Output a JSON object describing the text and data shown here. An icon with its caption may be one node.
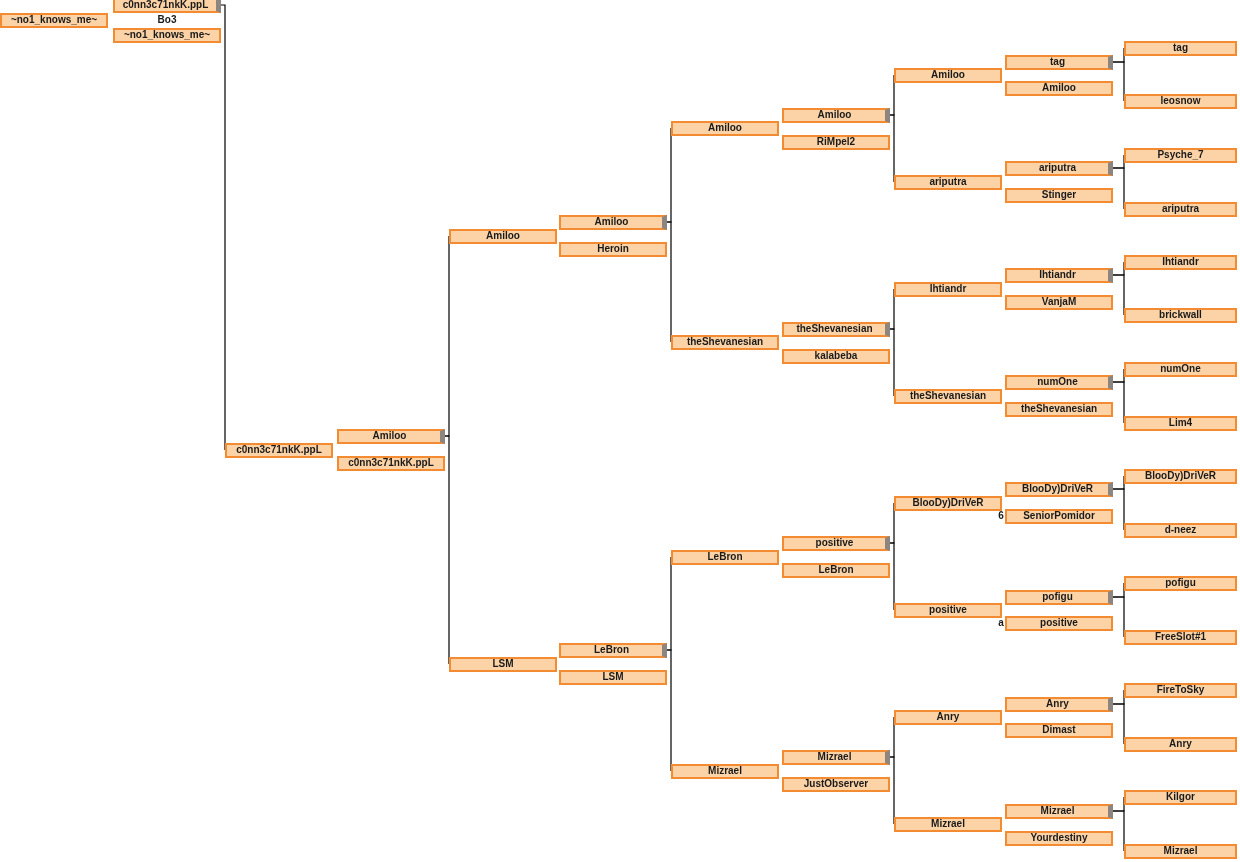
{
  "diagram": {
    "nodes": [
      {
        "text": [
          "~no1_knows_me~"
        ]
      },
      {
        "text": [
          "c0nn3c71nkK.ppL"
        ]
      },
      {
        "text": [
          "~no1_knows_me~"
        ]
      },
      {
        "text": [
          "c0nn3c71nkK.ppL"
        ]
      },
      {
        "text": [
          "Amiloo"
        ]
      },
      {
        "text": [
          "c0nn3c71nkK.ppL"
        ]
      },
      {
        "text": [
          "Amiloo"
        ]
      },
      {
        "text": [
          "LSM"
        ]
      },
      {
        "text": [
          "Amiloo"
        ]
      },
      {
        "text": [
          "Heroin"
        ]
      },
      {
        "text": [
          "LeBron"
        ]
      },
      {
        "text": [
          "LSM"
        ]
      },
      {
        "text": [
          "Amiloo"
        ]
      },
      {
        "text": [
          "theShevanesian"
        ]
      },
      {
        "text": [
          "LeBron"
        ]
      },
      {
        "text": [
          "Mizrael"
        ]
      },
      {
        "text": [
          "Amiloo"
        ]
      },
      {
        "text": [
          "RiMpel2"
        ]
      },
      {
        "text": [
          "theShevanesian"
        ]
      },
      {
        "text": [
          "kalabeba"
        ]
      },
      {
        "text": [
          "positive"
        ]
      },
      {
        "text": [
          "LeBron"
        ]
      },
      {
        "text": [
          "Mizrael"
        ]
      },
      {
        "text": [
          "JustObserver"
        ]
      },
      {
        "text": [
          "Amiloo"
        ]
      },
      {
        "text": [
          "ariputra"
        ]
      },
      {
        "text": [
          "Ihtiandr"
        ]
      },
      {
        "text": [
          "theShevanesian"
        ]
      },
      {
        "text": [
          "BlooDy)DriVeR"
        ]
      },
      {
        "text": [
          "positive"
        ]
      },
      {
        "text": [
          "Anry"
        ]
      },
      {
        "text": [
          "Mizrael"
        ]
      },
      {
        "text": [
          "tag"
        ]
      },
      {
        "text": [
          "Amiloo"
        ]
      },
      {
        "text": [
          "ariputra"
        ]
      },
      {
        "text": [
          "Stinger"
        ]
      },
      {
        "text": [
          "Ihtiandr"
        ]
      },
      {
        "text": [
          "VanjaM"
        ]
      },
      {
        "text": [
          "numOne"
        ]
      },
      {
        "text": [
          "theShevanesian"
        ]
      },
      {
        "text": [
          "BlooDy)DriVeR"
        ]
      },
      {
        "text": [
          "SeniorPomidor"
        ]
      },
      {
        "text": [
          "pofigu"
        ]
      },
      {
        "text": [
          "positive"
        ]
      },
      {
        "text": [
          "Anry"
        ]
      },
      {
        "text": [
          "Dimast"
        ]
      },
      {
        "text": [
          "Mizrael"
        ]
      },
      {
        "text": [
          "Yourdestiny"
        ]
      },
      {
        "text": [
          "tag"
        ]
      },
      {
        "text": [
          "leosnow"
        ]
      },
      {
        "text": [
          "Psyche_7"
        ]
      },
      {
        "text": [
          "ariputra"
        ]
      },
      {
        "text": [
          "Ihtiandr"
        ]
      },
      {
        "text": [
          "brickwall"
        ]
      },
      {
        "text": [
          "numOne"
        ]
      },
      {
        "text": [
          "Lim4"
        ]
      },
      {
        "text": [
          "BlooDy)DriVeR"
        ]
      },
      {
        "text": [
          "d-neez"
        ]
      },
      {
        "text": [
          "pofigu"
        ]
      },
      {
        "text": [
          "FreeSlot#1"
        ]
      },
      {
        "text": [
          "FireToSky"
        ]
      },
      {
        "text": [
          "Anry"
        ]
      },
      {
        "text": [
          "Kilgor"
        ]
      },
      {
        "text": [
          "Mizrael"
        ]
      }
    ],
    "edges": [
      {
        "from": 1,
        "to": 3,
        "arrow": "none"
      },
      {
        "from": 4,
        "to": 6,
        "arrow": "none"
      },
      {
        "from": 4,
        "to": 7,
        "arrow": "none"
      },
      {
        "from": 8,
        "to": 12,
        "arrow": "none"
      },
      {
        "from": 8,
        "to": 13,
        "arrow": "none"
      },
      {
        "from": 10,
        "to": 14,
        "arrow": "none"
      },
      {
        "from": 10,
        "to": 15,
        "arrow": "none"
      },
      {
        "from": 16,
        "to": 24,
        "arrow": "none"
      },
      {
        "from": 16,
        "to": 25,
        "arrow": "none"
      },
      {
        "from": 18,
        "to": 26,
        "arrow": "none"
      },
      {
        "from": 18,
        "to": 27,
        "arrow": "none"
      },
      {
        "from": 20,
        "to": 28,
        "arrow": "none"
      },
      {
        "from": 20,
        "to": 29,
        "arrow": "none"
      },
      {
        "from": 22,
        "to": 30,
        "arrow": "none"
      },
      {
        "from": 22,
        "to": 31,
        "arrow": "none"
      },
      {
        "from": 32,
        "to": 48,
        "arrow": "none"
      },
      {
        "from": 32,
        "to": 49,
        "arrow": "none"
      },
      {
        "from": 34,
        "to": 50,
        "arrow": "none"
      },
      {
        "from": 34,
        "to": 51,
        "arrow": "none"
      },
      {
        "from": 36,
        "to": 52,
        "arrow": "none"
      },
      {
        "from": 36,
        "to": 53,
        "arrow": "none"
      },
      {
        "from": 38,
        "to": 54,
        "arrow": "none"
      },
      {
        "from": 38,
        "to": 55,
        "arrow": "none"
      },
      {
        "from": 40,
        "to": 56,
        "arrow": "none"
      },
      {
        "from": 40,
        "to": 57,
        "arrow": "none"
      },
      {
        "from": 42,
        "to": 58,
        "arrow": "none"
      },
      {
        "from": 42,
        "to": 59,
        "arrow": "none"
      },
      {
        "from": 44,
        "to": 60,
        "arrow": "none"
      },
      {
        "from": 44,
        "to": 61,
        "arrow": "none"
      },
      {
        "from": 46,
        "to": 62,
        "arrow": "none"
      },
      {
        "from": 46,
        "to": 63,
        "arrow": "none"
      }
    ],
    "labels": [
      "Bo3",
      "6",
      "a"
    ]
  }
}
